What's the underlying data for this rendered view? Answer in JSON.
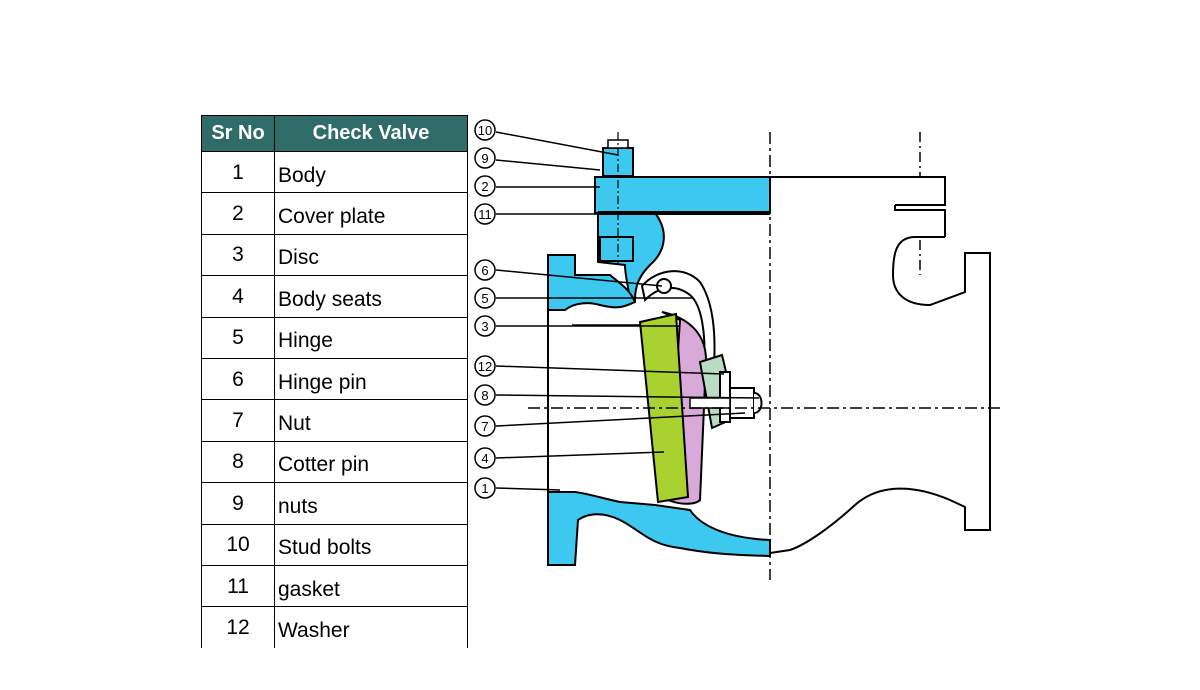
{
  "table": {
    "headers": [
      "Sr No",
      "Check Valve"
    ],
    "rows": [
      {
        "no": "1",
        "name": "Body"
      },
      {
        "no": "2",
        "name": "Cover plate"
      },
      {
        "no": "3",
        "name": "Disc"
      },
      {
        "no": "4",
        "name": "Body seats"
      },
      {
        "no": "5",
        "name": "Hinge"
      },
      {
        "no": "6",
        "name": "Hinge pin"
      },
      {
        "no": "7",
        "name": "Nut"
      },
      {
        "no": "8",
        "name": "Cotter pin"
      },
      {
        "no": "9",
        "name": "nuts"
      },
      {
        "no": "10",
        "name": "Stud bolts"
      },
      {
        "no": "11",
        "name": "gasket"
      },
      {
        "no": "12",
        "name": "Washer"
      }
    ]
  },
  "callouts": [
    "10",
    "9",
    "2",
    "11",
    "6",
    "5",
    "3",
    "12",
    "8",
    "7",
    "4",
    "1"
  ],
  "colors": {
    "header_bg": "#2f6b67",
    "body_fill": "#3cc8ef",
    "disc_fill": "#a9d12f",
    "seat_fill": "#d9a9d9",
    "hinge_fill": "#b9dcc3"
  }
}
